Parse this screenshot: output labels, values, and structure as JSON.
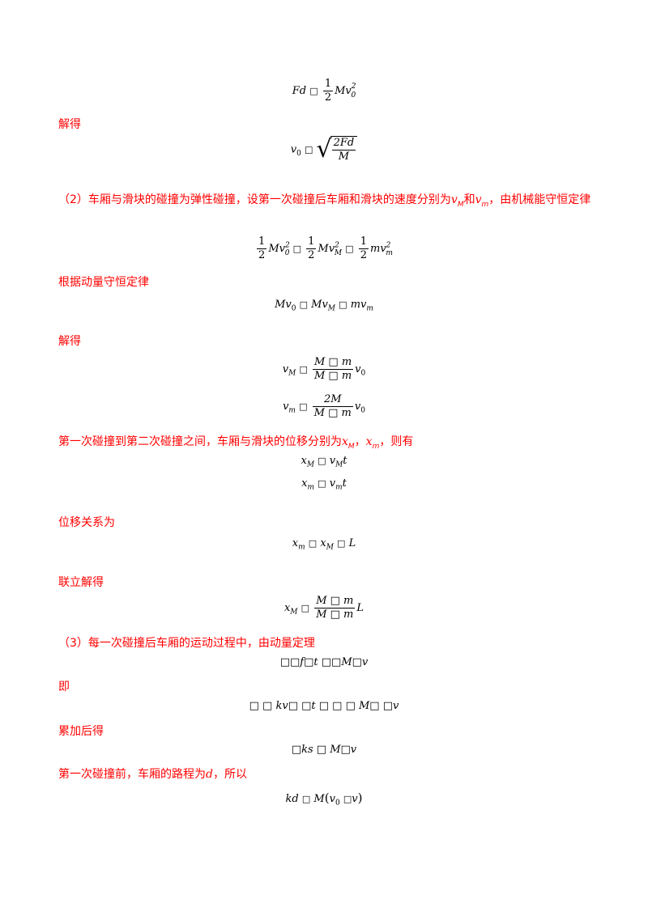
{
  "lines": {
    "t1": "解得",
    "t2": "（2）车厢与滑块的碰撞为弹性碰撞，设第一次碰撞后车厢和滑块的速度分别为",
    "t2_vM": "v",
    "t2_vM_sub": "M",
    "t2_mid": "和",
    "t2_vm": "v",
    "t2_vm_sub": "m",
    "t2_end": "，由机械能守恒定律",
    "t3": "根据动量守恒定律",
    "t4": "解得",
    "t5a": "第一次碰撞到第二次碰撞之间，车厢与滑块的位移分别为",
    "t5_xM": "x",
    "t5_xM_sub": "M",
    "t5_sep": "，",
    "t5_xm": "x",
    "t5_xm_sub": "m",
    "t5_end": "，则有",
    "t6": "位移关系为",
    "t7": "联立解得",
    "t8": "（3）每一次碰撞后车厢的运动过程中，由动量定理",
    "t9": "即",
    "t10": "累加后得",
    "t11a": "第一次碰撞前，车厢的路程为",
    "t11_d": "d",
    "t11_end": "，所以"
  },
  "eq": {
    "e1_left": "Fd",
    "e1_op": "□",
    "e1_num": "1",
    "e1_den": "2",
    "e1_right": "Mv",
    "e1_sup": "2",
    "e1_sub": "0",
    "e2_left": "v",
    "e2_sub": "0",
    "e2_op": "□",
    "e2_num": "2Fd",
    "e2_den": "M",
    "e3": {
      "n1": "1",
      "d1": "2",
      "t1": "Mv",
      "p1": "2",
      "s1": "0",
      "op1": "□",
      "n2": "1",
      "d2": "2",
      "t2": "Mv",
      "p2": "2",
      "s2": "M",
      "op2": "□",
      "n3": "1",
      "d3": "2",
      "t3": "mv",
      "p3": "2",
      "s3": "m"
    },
    "e4": {
      "a": "Mv",
      "as": "0",
      "op1": "□",
      "b": "Mv",
      "bs": "M",
      "op2": "□",
      "c": "mv",
      "cs": "m"
    },
    "e5": {
      "l": "v",
      "ls": "M",
      "op": "□",
      "num": "M □ m",
      "den": "M □ m",
      "r": "v",
      "rs": "0"
    },
    "e6": {
      "l": "v",
      "ls": "m",
      "op": "□",
      "num": "2M",
      "den": "M □ m",
      "r": "v",
      "rs": "0"
    },
    "e7": {
      "l": "x",
      "ls": "M",
      "op": "□",
      "r": "v",
      "rs": "M",
      "t": "t"
    },
    "e8": {
      "l": "x",
      "ls": "m",
      "op": "□",
      "r": "v",
      "rs": "m",
      "t": "t"
    },
    "e9": {
      "a": "x",
      "as": "m",
      "op1": "□",
      "b": "x",
      "bs": "M",
      "op2": "□",
      "c": "L"
    },
    "e10": {
      "l": "x",
      "ls": "M",
      "op": "□",
      "num": "M □ m",
      "den": "M □ m",
      "r": "L"
    },
    "e11": "□□f□t □□M□v",
    "e12": "□ □ kv□ □t □ □ □ M□ □v",
    "e13": "□ks □ M□v",
    "e14": {
      "a": "kd",
      "op": "□",
      "b": "M",
      "lp": "(",
      "c": "v",
      "cs": "0",
      "op2": "□",
      "d": "v",
      "rp": ")"
    }
  }
}
